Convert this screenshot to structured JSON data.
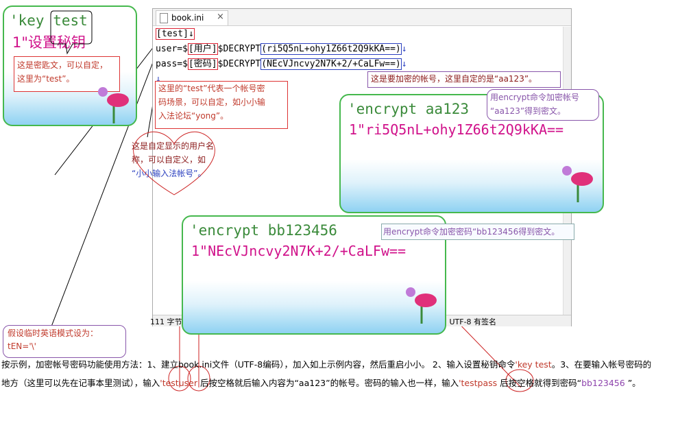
{
  "editor": {
    "tab_label": "book.ini",
    "tab_close": "×",
    "line1": "[test]↓",
    "line2_a": "user=$",
    "line2_b": "[用户]",
    "line2_c": "$DECRYPT",
    "line2_d": "(ri5Q5nL+ohy1Z66t2Q9kKA==)",
    "line2_e": "↓",
    "line3_a": "pass=$",
    "line3_b": "[密码]",
    "line3_c": "$DECRYPT",
    "line3_d": "(NEcVJncvy2N7K+2/+CaLFw==)",
    "line3_e": "↓",
    "line4": "↓",
    "status_left": "111 字节",
    "status_right": "7   UTF-8 有签名"
  },
  "panels": {
    "key": {
      "line1": "'key test",
      "line2": "1\"设置秘钥"
    },
    "enc1": {
      "line1": "'encrypt aa123",
      "line2": "1\"ri5Q5nL+ohy1Z66t2Q9kKA=="
    },
    "enc2": {
      "line1": "'encrypt bb123456",
      "line2": "1\"NEcVJncvy2N7K+2/+CaLFw=="
    }
  },
  "notes": {
    "key_note_1": "这是密匙文，可以自定，",
    "key_note_2": "这里为“test”。",
    "group_note_1": "这里的“test”代表一个帐号密",
    "group_note_2": "码场景，可以自定，如小小输",
    "group_note_3": "入法论坛“yong”。",
    "user_note_1": "这是自定显示的用户名",
    "user_note_2": "称，可以自定义，如",
    "user_note_3": "“小小输入法帐号”。",
    "account_note": "这是要加密的帐号，这里自定的是“aa123”。",
    "enc_acc_note_1": "用encrypt命令加密帐号",
    "enc_acc_note_2": "“aa123”得到密文。",
    "enc_pwd_note": "用encrypt命令加密密码“bb123456得到密文。",
    "temp_note_1": "假设临时英语模式设为：",
    "temp_note_2": "tEN='\\'"
  },
  "bottom": {
    "t1": "按示例，加密帐号密码功能使用方法：1、建立book.ini文件（UTF-8编码），加入如上示例内容，然后重启小小。 2、输入设置秘钥命令",
    "t2": "'key test",
    "t3": "。3、在要输入帐号密码的",
    "t4": "地方（这里可以先在记事本里测试），输入",
    "t5": "'test",
    "t6": "user",
    "t7": " 后按空格就后输入内容为“aa123”的帐号。密码的输入也一样，输入",
    "t8": "'test",
    "t9": "pass",
    "t10": " 后按空格就得到密码“",
    "t11": "bb123456",
    "t12": " ”。"
  },
  "colors": {
    "green_border": "#45b84d",
    "red": "#d23",
    "blue": "#2a3fbf",
    "purple": "#8855aa"
  }
}
